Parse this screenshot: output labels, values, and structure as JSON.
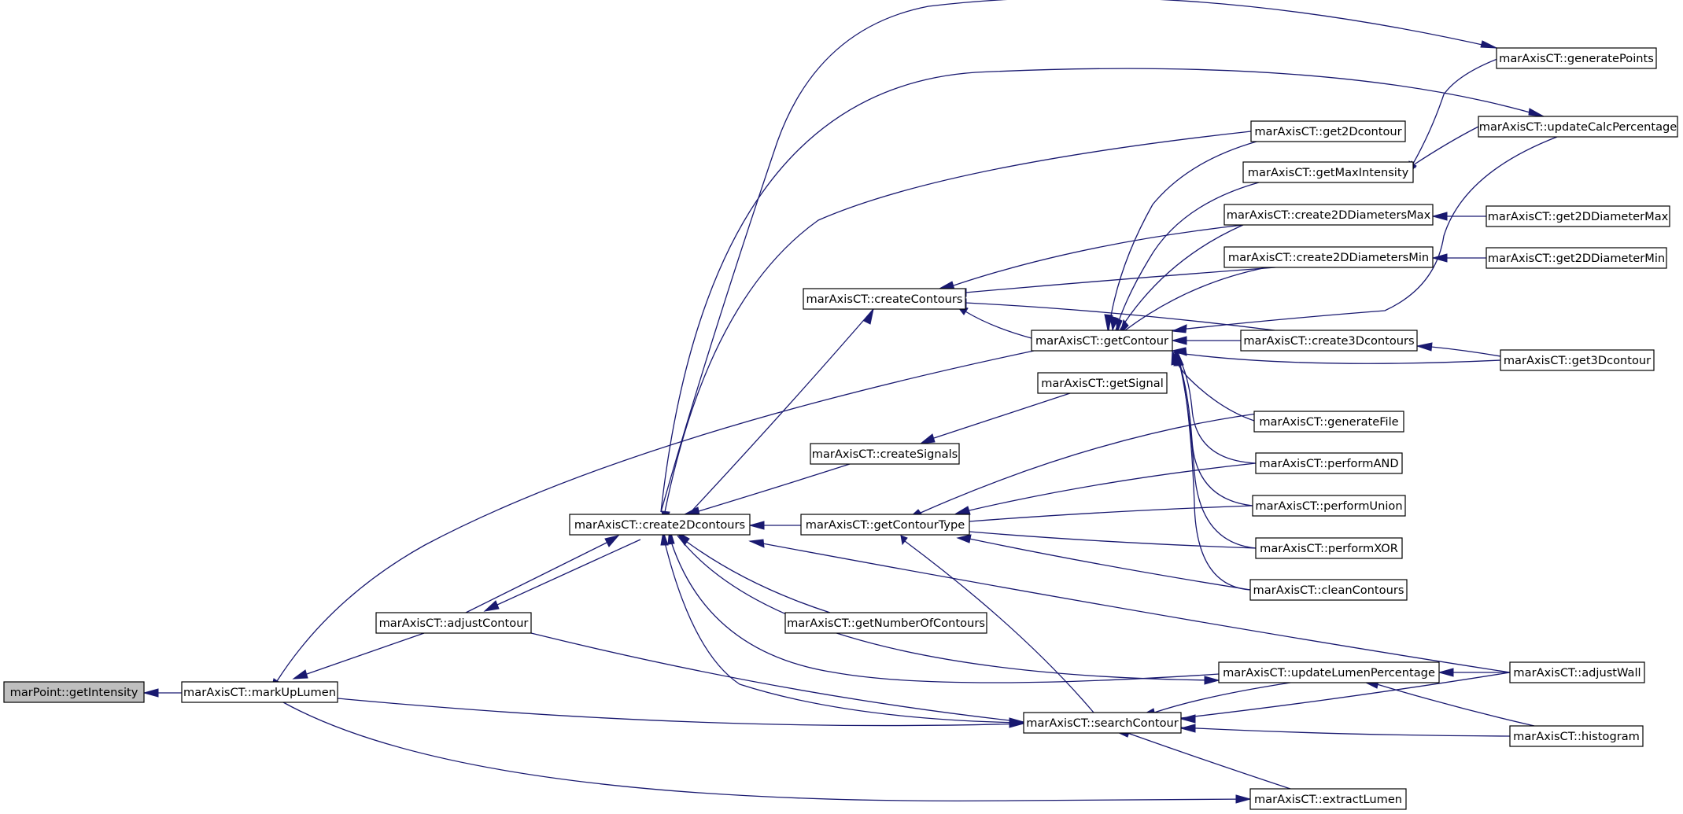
{
  "diagram": {
    "root_fill": "#bfbfbf",
    "node_fill": "#ffffff",
    "edge_color": "#191970",
    "nodes": [
      {
        "id": "getIntensity",
        "label": "marPoint::getIntensity",
        "root": true
      },
      {
        "id": "markUpLumen",
        "label": "marAxisCT::markUpLumen"
      },
      {
        "id": "adjustContour",
        "label": "marAxisCT::adjustContour"
      },
      {
        "id": "create2Dcontours",
        "label": "marAxisCT::create2Dcontours"
      },
      {
        "id": "createContours",
        "label": "marAxisCT::createContours"
      },
      {
        "id": "createSignals",
        "label": "marAxisCT::createSignals"
      },
      {
        "id": "getContourType",
        "label": "marAxisCT::getContourType"
      },
      {
        "id": "getNumberOfContours",
        "label": "marAxisCT::getNumberOfContours"
      },
      {
        "id": "getContour",
        "label": "marAxisCT::getContour"
      },
      {
        "id": "getSignal",
        "label": "marAxisCT::getSignal"
      },
      {
        "id": "searchContour",
        "label": "marAxisCT::searchContour"
      },
      {
        "id": "get2Dcontour",
        "label": "marAxisCT::get2Dcontour"
      },
      {
        "id": "getMaxIntensity",
        "label": "marAxisCT::getMaxIntensity"
      },
      {
        "id": "create2DDiametersMax",
        "label": "marAxisCT::create2DDiametersMax"
      },
      {
        "id": "create2DDiametersMin",
        "label": "marAxisCT::create2DDiametersMin"
      },
      {
        "id": "create3Dcontours",
        "label": "marAxisCT::create3Dcontours"
      },
      {
        "id": "generateFile",
        "label": "marAxisCT::generateFile"
      },
      {
        "id": "performAND",
        "label": "marAxisCT::performAND"
      },
      {
        "id": "performUnion",
        "label": "marAxisCT::performUnion"
      },
      {
        "id": "performXOR",
        "label": "marAxisCT::performXOR"
      },
      {
        "id": "cleanContours",
        "label": "marAxisCT::cleanContours"
      },
      {
        "id": "updateLumenPercentage",
        "label": "marAxisCT::updateLumenPercentage"
      },
      {
        "id": "extractLumen",
        "label": "marAxisCT::extractLumen"
      },
      {
        "id": "generatePoints",
        "label": "marAxisCT::generatePoints"
      },
      {
        "id": "updateCalcPercentage",
        "label": "marAxisCT::updateCalcPercentage"
      },
      {
        "id": "get2DDiameterMax",
        "label": "marAxisCT::get2DDiameterMax"
      },
      {
        "id": "get2DDiameterMin",
        "label": "marAxisCT::get2DDiameterMin"
      },
      {
        "id": "get3Dcontour",
        "label": "marAxisCT::get3Dcontour"
      },
      {
        "id": "adjustWall",
        "label": "marAxisCT::adjustWall"
      },
      {
        "id": "histogram",
        "label": "marAxisCT::histogram"
      }
    ],
    "edges": [
      {
        "from": "markUpLumen",
        "to": "getIntensity"
      },
      {
        "from": "adjustContour",
        "to": "markUpLumen"
      },
      {
        "from": "create2Dcontours",
        "to": "adjustContour"
      },
      {
        "from": "adjustContour",
        "to": "create2Dcontours"
      },
      {
        "from": "getContour",
        "to": "markUpLumen"
      },
      {
        "from": "searchContour",
        "to": "markUpLumen"
      },
      {
        "from": "extractLumen",
        "to": "markUpLumen"
      },
      {
        "from": "getContourType",
        "to": "create2Dcontours"
      },
      {
        "from": "createContours",
        "to": "create2Dcontours"
      },
      {
        "from": "createSignals",
        "to": "create2Dcontours"
      },
      {
        "from": "getNumberOfContours",
        "to": "create2Dcontours"
      },
      {
        "from": "generatePoints",
        "to": "create2Dcontours"
      },
      {
        "from": "updateCalcPercentage",
        "to": "create2Dcontours"
      },
      {
        "from": "get2Dcontour",
        "to": "create2Dcontours"
      },
      {
        "from": "updateLumenPercentage",
        "to": "create2Dcontours"
      },
      {
        "from": "searchContour",
        "to": "create2Dcontours"
      },
      {
        "from": "adjustWall",
        "to": "create2Dcontours"
      },
      {
        "from": "create2Dcontours",
        "to": "updateLumenPercentage"
      },
      {
        "from": "adjustContour",
        "to": "searchContour"
      },
      {
        "from": "getSignal",
        "to": "createSignals"
      },
      {
        "from": "create2DDiametersMax",
        "to": "createContours"
      },
      {
        "from": "create2DDiametersMin",
        "to": "createContours"
      },
      {
        "from": "getContour",
        "to": "createContours"
      },
      {
        "from": "create3Dcontours",
        "to": "createContours"
      },
      {
        "from": "get2Dcontour",
        "to": "getContour"
      },
      {
        "from": "getMaxIntensity",
        "to": "getContour"
      },
      {
        "from": "create2DDiametersMax",
        "to": "getContour"
      },
      {
        "from": "create2DDiametersMin",
        "to": "getContour"
      },
      {
        "from": "create3Dcontours",
        "to": "getContour"
      },
      {
        "from": "get3Dcontour",
        "to": "getContour"
      },
      {
        "from": "generateFile",
        "to": "getContour"
      },
      {
        "from": "performAND",
        "to": "getContour"
      },
      {
        "from": "performUnion",
        "to": "getContour"
      },
      {
        "from": "performXOR",
        "to": "getContour"
      },
      {
        "from": "cleanContours",
        "to": "getContour"
      },
      {
        "from": "updateCalcPercentage",
        "to": "getContour"
      },
      {
        "from": "generateFile",
        "to": "getContourType"
      },
      {
        "from": "performAND",
        "to": "getContourType"
      },
      {
        "from": "performUnion",
        "to": "getContourType"
      },
      {
        "from": "performXOR",
        "to": "getContourType"
      },
      {
        "from": "cleanContours",
        "to": "getContourType"
      },
      {
        "from": "searchContour",
        "to": "getContourType"
      },
      {
        "from": "generatePoints",
        "to": "getMaxIntensity"
      },
      {
        "from": "updateCalcPercentage",
        "to": "getMaxIntensity"
      },
      {
        "from": "get2DDiameterMax",
        "to": "create2DDiametersMax"
      },
      {
        "from": "get2DDiameterMin",
        "to": "create2DDiametersMin"
      },
      {
        "from": "get3Dcontour",
        "to": "create3Dcontours"
      },
      {
        "from": "adjustWall",
        "to": "updateLumenPercentage"
      },
      {
        "from": "histogram",
        "to": "updateLumenPercentage"
      },
      {
        "from": "updateLumenPercentage",
        "to": "searchContour"
      },
      {
        "from": "adjustWall",
        "to": "searchContour"
      },
      {
        "from": "histogram",
        "to": "searchContour"
      },
      {
        "from": "extractLumen",
        "to": "searchContour"
      }
    ]
  }
}
